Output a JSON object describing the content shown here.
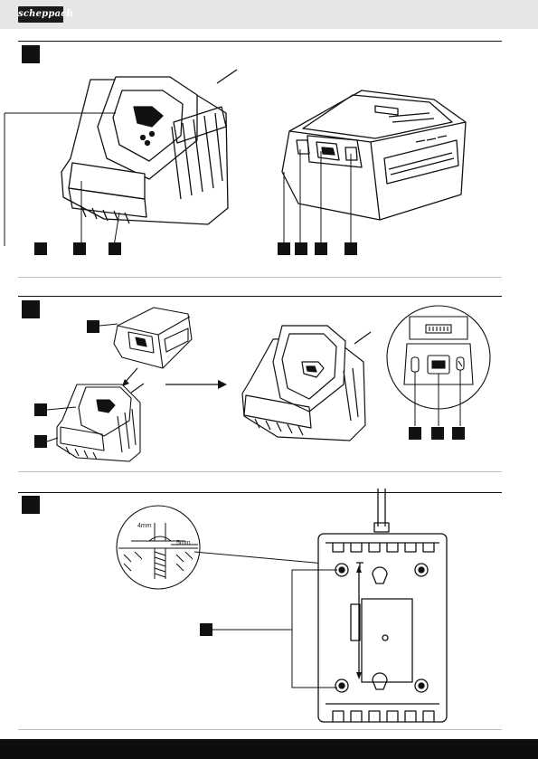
{
  "header": {
    "brand": "scheppach"
  },
  "sections": [
    {
      "number": "",
      "callouts": [
        "",
        "",
        "",
        "",
        "",
        "",
        ""
      ]
    },
    {
      "number": "",
      "callouts": [
        "",
        "",
        "",
        "",
        "",
        ""
      ]
    },
    {
      "number": "",
      "callouts": [
        ""
      ]
    }
  ],
  "detail": {
    "dim_top": "4mm",
    "dim_side": "5mm"
  },
  "colors": {
    "ink": "#111111",
    "header_bg": "#e6e6e6",
    "footer_bg": "#0d0d0d"
  }
}
